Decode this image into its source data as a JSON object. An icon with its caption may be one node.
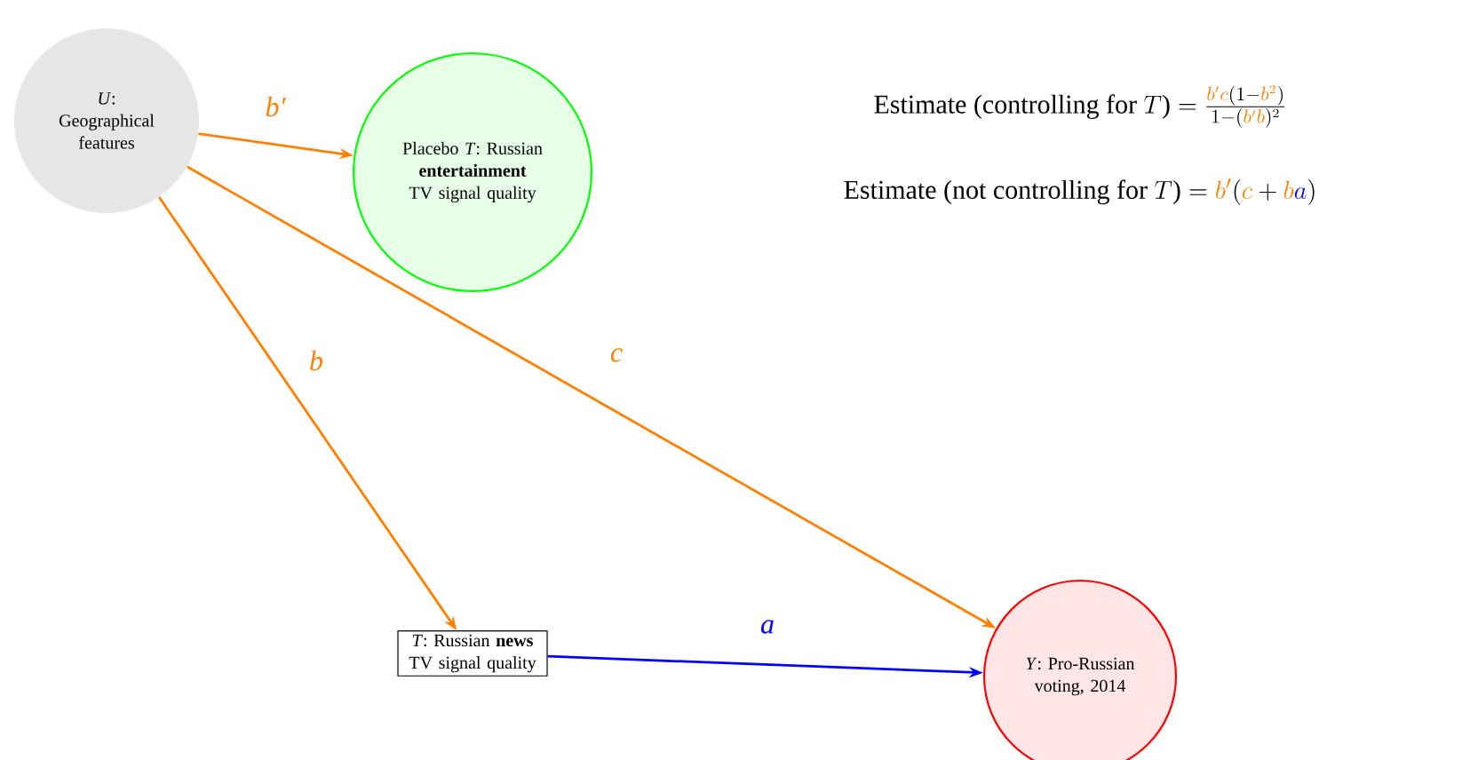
{
  "diagram": {
    "nodes": [
      {
        "text": [
          "*U*: Geographical features"
        ]
      },
      {
        "text": [
          "Placebo *T*: Russian **entertainment** TV signal quality"
        ]
      },
      {
        "text": [
          "*T*: Russian **news** TV signal quality"
        ]
      },
      {
        "text": [
          "*Y*: Pro-Russian voting, 2014"
        ]
      }
    ],
    "edges": [
      {
        "from": 0,
        "to": 1,
        "arrow": "to",
        "label": "b′"
      },
      {
        "from": 0,
        "to": 2,
        "arrow": "to",
        "label": "b"
      },
      {
        "from": 0,
        "to": 3,
        "arrow": "to",
        "label": "c"
      },
      {
        "from": 2,
        "to": 3,
        "arrow": "to",
        "label": "a",
        "color": "#0000ff"
      }
    ],
    "labels": [
      "\\text{Estimate (controlling for }T\\text{)} = \\frac{\\textcolor{orange}{b'c}(1{-}\\textcolor{orange}{b^2})}{1{-}(\\textcolor{orange}{b'b})^2}",
      "\\text{Estimate (not controlling for }T\\text{)} = \\textcolor{orange}{b'}(\\textcolor{orange}{c}+\\textcolor{orange}{b}\\textcolor{blue}{a})"
    ]
  }
}
